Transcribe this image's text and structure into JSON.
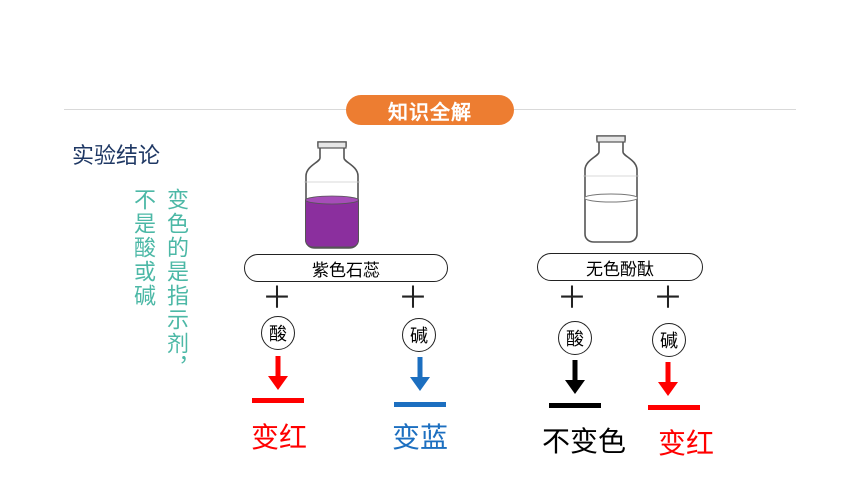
{
  "header": {
    "title": "知识全解"
  },
  "section_label": "实验结论",
  "side_note": {
    "line1": "变色的是指示剂，",
    "line2": "不是酸或碱"
  },
  "indicators": [
    {
      "name": "紫色石蕊",
      "liquid_color": "#8b2f9e",
      "branches": [
        {
          "plus": "＋",
          "reagent": "酸",
          "result": "变红",
          "color": "#ff0000"
        },
        {
          "plus": "＋",
          "reagent": "碱",
          "result": "变蓝",
          "color": "#1c6fc0"
        }
      ]
    },
    {
      "name": "无色酚酞",
      "liquid_color": "#ffffff",
      "branches": [
        {
          "plus": "＋",
          "reagent": "酸",
          "result": "不变色",
          "color": "#000000"
        },
        {
          "plus": "＋",
          "reagent": "碱",
          "result": "变红",
          "color": "#ff0000"
        }
      ]
    }
  ],
  "colors": {
    "accent": "#ed7d31",
    "label": "#1f3864",
    "note": "#4cb8a6"
  }
}
